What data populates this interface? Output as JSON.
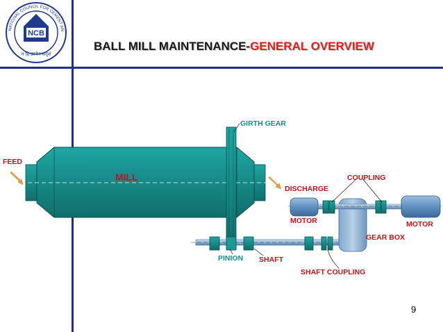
{
  "title": {
    "main": "BALL MILL MAINTENANCE-",
    "accent": "GENERAL OVERVIEW"
  },
  "logo": {
    "abbr": "NCB",
    "ring_text": "NATIONAL COUNCIL FOR CEMENT AND BUILDING MATERIALS",
    "hindi_text": "न हि ज्ञानेन सदृशं"
  },
  "labels": {
    "feed": "FEED",
    "mill": "MILL",
    "girth_gear": "GIRTH GEAR",
    "discharge": "DISCHARGE",
    "coupling": "COUPLING",
    "motor_left": "MOTOR",
    "motor_right": "MOTOR",
    "gear_box": "GEAR BOX",
    "pinion": "PINION",
    "shaft": "SHAFT",
    "shaft_coupling": "SHAFT COUPLING"
  },
  "page_number": "9",
  "colors": {
    "frame_lines": "#1f2f8c",
    "mill_body": "#178f8d",
    "label_red": "#c0141a",
    "label_teal": "#16908b",
    "motor": "#4f7fb3",
    "arrow": "#e8a33c"
  }
}
